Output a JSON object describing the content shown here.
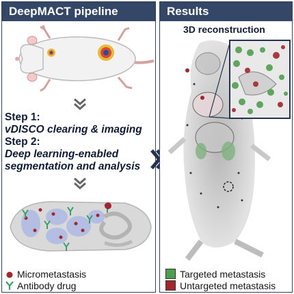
{
  "left_panel": {
    "title": "DeepMACT pipeline",
    "step1_heading": "Step 1:",
    "step1_text": "vDISCO clearing & imaging",
    "step2_heading": "Step 2:",
    "step2_line1": "Deep learning-enabled",
    "step2_line2": "segmentation and analysis",
    "legend": [
      {
        "label": "Micrometastasis",
        "icon": "red-dot-icon",
        "color": "#a3262f"
      },
      {
        "label": "Antibody drug",
        "icon": "antibody-y-icon",
        "color": "#3e9e6b"
      }
    ]
  },
  "right_panel": {
    "title": "Results",
    "subtitle": "3D reconstruction",
    "legend": [
      {
        "label": "Targeted metastasis",
        "color": "#4f9e4f"
      },
      {
        "label": "Untargeted metastasis",
        "color": "#a3262f"
      }
    ]
  },
  "colors": {
    "header_bg": "#354766",
    "border": "#2f3f5c",
    "step_text": "#0f1b33",
    "targeted": "#4f9e4f",
    "untargeted": "#a3262f"
  }
}
